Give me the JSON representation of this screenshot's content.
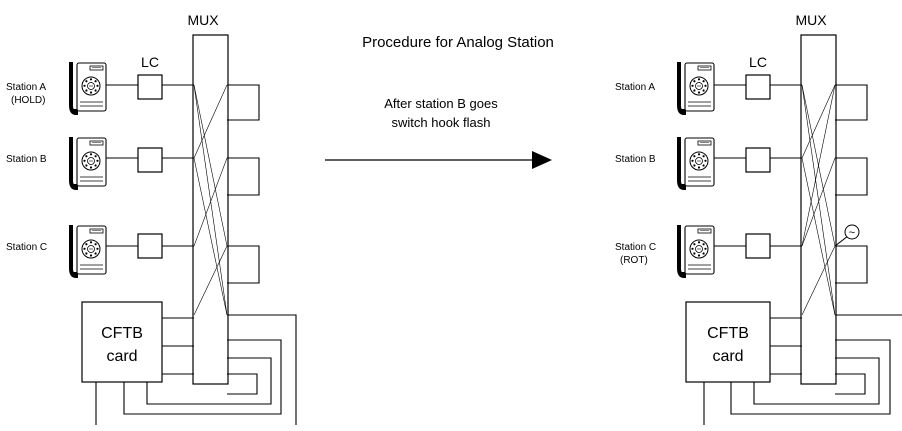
{
  "title": "Procedure for Analog Station",
  "arrow_caption": [
    "After station B goes",
    "switch hook flash"
  ],
  "left_panel": {
    "mux_label": "MUX",
    "lc_label": "LC",
    "stations": [
      {
        "name": "Station A",
        "status": "(HOLD)"
      },
      {
        "name": "Station B",
        "status": ""
      },
      {
        "name": "Station C",
        "status": ""
      }
    ],
    "card_label": [
      "CFTB",
      "card"
    ]
  },
  "right_panel": {
    "mux_label": "MUX",
    "lc_label": "LC",
    "stations": [
      {
        "name": "Station A",
        "status": ""
      },
      {
        "name": "Station B",
        "status": ""
      },
      {
        "name": "Station C",
        "status": "(ROT)"
      }
    ],
    "card_label": [
      "CFTB",
      "card"
    ],
    "tone_symbol": "~"
  }
}
